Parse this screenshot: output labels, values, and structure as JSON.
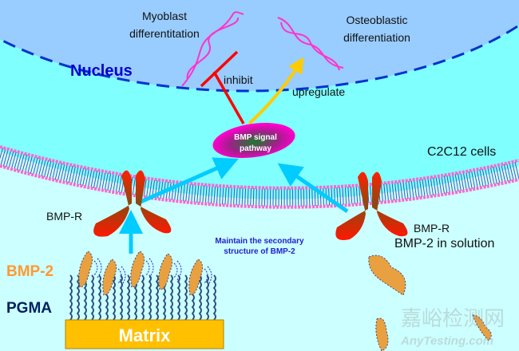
{
  "labels": {
    "nucleus": "Nucleus",
    "myoblast_line1": "Myoblast",
    "myoblast_line2": "differentitation",
    "osteo_line1": "Osteoblastic",
    "osteo_line2": "differentiation",
    "inhibit": "inhibit",
    "upregulate": "upregulate",
    "pathway_line1": "BMP signal",
    "pathway_line2": "pathway",
    "cells": "C2C12 cells",
    "bmpr_left": "BMP-R",
    "bmpr_right": "BMP-R",
    "bmp2_solution": "BMP-2 in solution",
    "maintain_line1": "Maintain the secondary",
    "maintain_line2": "structure of BMP-2",
    "bmp2": "BMP-2",
    "pgma": "PGMA",
    "matrix": "Matrix"
  },
  "watermark": {
    "line1": "嘉峪检测网",
    "line2": "AnyTesting.com"
  },
  "colors": {
    "nucleus_fill": "#99ccff",
    "nucleus_border": "#0033cc",
    "cytoplasm": "#80ffff",
    "outside": "#ccffff",
    "inhibit": "#ff0000",
    "upregulate": "#ffcc00",
    "signal_arrow": "#00ccff",
    "pathway": "#ff00cc",
    "matrix": "#ffc000",
    "bmp2_label": "#ff9933",
    "pgma_label": "#002060",
    "receptor": "#e03010"
  }
}
